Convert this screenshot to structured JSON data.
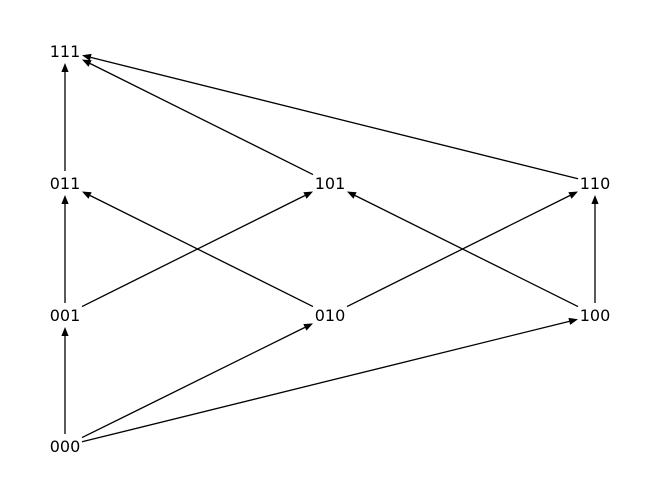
{
  "diagram": {
    "nodes": [
      {
        "id": "000",
        "label": "000"
      },
      {
        "id": "001",
        "label": "001"
      },
      {
        "id": "010",
        "label": "010"
      },
      {
        "id": "100",
        "label": "100"
      },
      {
        "id": "011",
        "label": "011"
      },
      {
        "id": "101",
        "label": "101"
      },
      {
        "id": "110",
        "label": "110"
      },
      {
        "id": "111",
        "label": "111"
      }
    ],
    "edges": [
      {
        "from": "000",
        "to": "001"
      },
      {
        "from": "000",
        "to": "010"
      },
      {
        "from": "000",
        "to": "100"
      },
      {
        "from": "001",
        "to": "011"
      },
      {
        "from": "001",
        "to": "101"
      },
      {
        "from": "010",
        "to": "011"
      },
      {
        "from": "010",
        "to": "110"
      },
      {
        "from": "100",
        "to": "101"
      },
      {
        "from": "100",
        "to": "110"
      },
      {
        "from": "011",
        "to": "111"
      },
      {
        "from": "101",
        "to": "111"
      },
      {
        "from": "110",
        "to": "111"
      }
    ]
  }
}
